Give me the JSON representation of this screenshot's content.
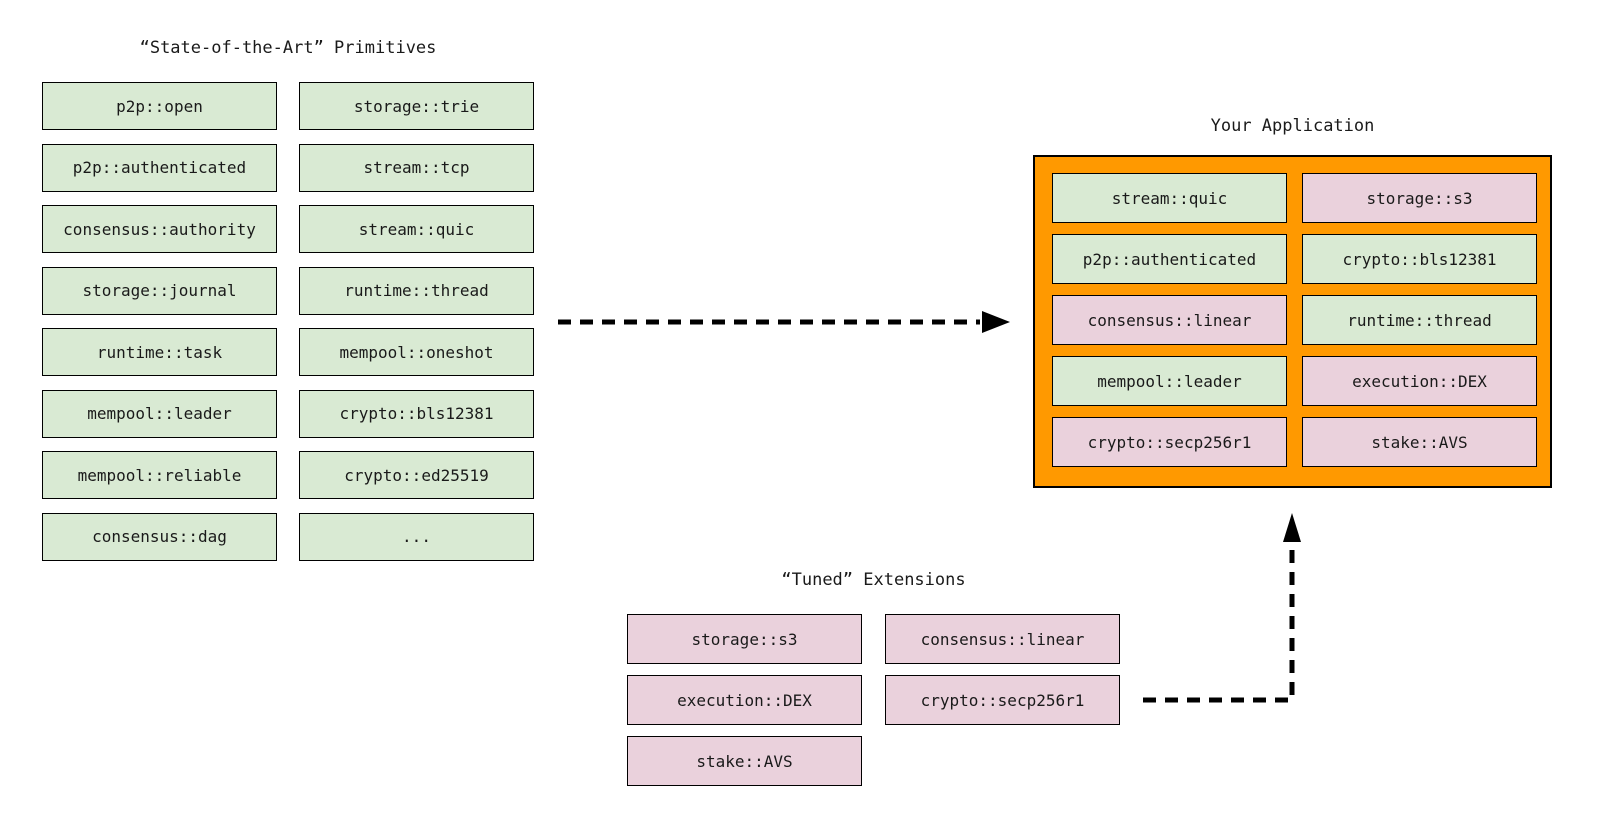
{
  "primitives": {
    "title": "“State-of-the-Art” Primitives",
    "col1": [
      "p2p::open",
      "p2p::authenticated",
      "consensus::authority",
      "storage::journal",
      "runtime::task",
      "mempool::leader",
      "mempool::reliable",
      "consensus::dag"
    ],
    "col2": [
      "storage::trie",
      "stream::tcp",
      "stream::quic",
      "runtime::thread",
      "mempool::oneshot",
      "crypto::bls12381",
      "crypto::ed25519",
      "..."
    ]
  },
  "application": {
    "title": "Your Application",
    "col1": [
      {
        "label": "stream::quic",
        "type": "primitive"
      },
      {
        "label": "p2p::authenticated",
        "type": "primitive"
      },
      {
        "label": "consensus::linear",
        "type": "extension"
      },
      {
        "label": "mempool::leader",
        "type": "primitive"
      },
      {
        "label": "crypto::secp256r1",
        "type": "extension"
      }
    ],
    "col2": [
      {
        "label": "storage::s3",
        "type": "extension"
      },
      {
        "label": "crypto::bls12381",
        "type": "primitive"
      },
      {
        "label": "runtime::thread",
        "type": "primitive"
      },
      {
        "label": "execution::DEX",
        "type": "extension"
      },
      {
        "label": "stake::AVS",
        "type": "extension"
      }
    ]
  },
  "extensions": {
    "title": "“Tuned” Extensions",
    "col1": [
      "storage::s3",
      "execution::DEX",
      "stake::AVS"
    ],
    "col2": [
      "consensus::linear",
      "crypto::secp256r1"
    ]
  },
  "colors": {
    "primitive": "#d9ead3",
    "extension": "#ead1dc",
    "application": "#ff9900",
    "line": "#000000"
  }
}
